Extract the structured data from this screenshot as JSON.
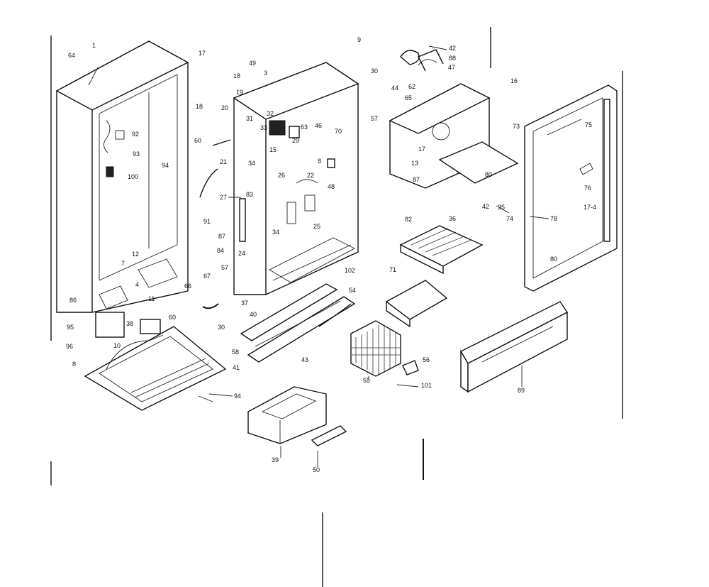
{
  "callouts": {
    "c64a": "64",
    "c1": "1",
    "c17a": "17",
    "c18": "18",
    "c19": "19",
    "c18b": "18",
    "c20": "20",
    "c92": "92",
    "c93": "93",
    "c100": "100",
    "c60a": "60",
    "c21": "21",
    "c27": "27",
    "c49": "49",
    "c3": "3",
    "c31": "31",
    "c32": "32",
    "c33": "33",
    "c15": "15",
    "c63": "63",
    "c29": "29",
    "c46": "46",
    "c70": "70",
    "c34a": "34",
    "c26": "26",
    "c22": "22",
    "c48": "48",
    "c83": "83",
    "c34b": "34",
    "c24": "24",
    "c25a": "25",
    "c87": "87",
    "c84a": "84",
    "c91": "91",
    "c12": "12",
    "c7": "7",
    "c4": "4",
    "c11": "11",
    "c66": "66",
    "c67": "67",
    "c57": "57",
    "c86": "86",
    "c95": "95",
    "c96": "96",
    "c10": "10",
    "c38": "38",
    "c60b": "60",
    "c102": "102",
    "c54a": "54",
    "c37": "37",
    "c40": "40",
    "c30a": "30",
    "c58": "58",
    "c41": "41",
    "c43": "43",
    "c8a": "8",
    "c94": "94",
    "c9": "9",
    "c30b": "30",
    "c42a": "42",
    "c88": "88",
    "c47": "47",
    "c62": "62",
    "c44": "44",
    "c65": "65",
    "c57b": "57",
    "c16": "16",
    "c17b": "17",
    "c13": "13",
    "c73": "73",
    "c75": "75",
    "c80a": "80",
    "c87b": "87",
    "c42b": "42",
    "c35": "35",
    "c74": "74",
    "c76": "76",
    "c179": "17-4",
    "c78": "78",
    "c80b": "80",
    "c36": "36",
    "c82": "82",
    "c71": "71",
    "c55": "55",
    "c56": "56",
    "c101": "101",
    "c89": "89",
    "c39": "39",
    "c50": "50",
    "c94b": "94",
    "c8b": "8"
  }
}
